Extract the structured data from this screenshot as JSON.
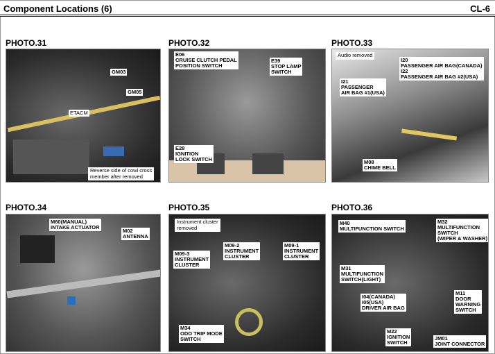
{
  "header": {
    "title": "Component Locations (6)",
    "page": "CL-6"
  },
  "photos": [
    {
      "title": "PHOTO.31",
      "labels": [
        "GM03",
        "GM05",
        "ETACM"
      ],
      "note": [
        "Reverse side of cowl cross",
        "member after removed"
      ]
    },
    {
      "title": "PHOTO.32",
      "labels": [
        [
          "E06",
          "CRUISE CLUTCH PEDAL",
          "POSITION SWITCH"
        ],
        [
          "E39",
          "STOP LAMP",
          "SWITCH"
        ],
        [
          "E28",
          "IGNITION",
          "LOCK SWITCH"
        ]
      ]
    },
    {
      "title": "PHOTO.33",
      "note": "Audio removed",
      "labels": [
        [
          "I20",
          "PASSENGER AIR BAG(CANADA)",
          "I22",
          "PASSENGER AIR BAG #2(USA)"
        ],
        [
          "I21",
          "PASSENGER",
          "AIR BAG #1(USA)"
        ],
        [
          "M08",
          "CHIME BELL"
        ]
      ]
    },
    {
      "title": "PHOTO.34",
      "labels": [
        [
          "M60(MANUAL)",
          "INTAKE ACTUATOR"
        ],
        [
          "M02",
          "ANTENNA"
        ]
      ]
    },
    {
      "title": "PHOTO.35",
      "note": [
        "Instrument cluster",
        "removed"
      ],
      "labels": [
        [
          "M09-3",
          "INSTRUMENT",
          "CLUSTER"
        ],
        [
          "M09-2",
          "INSTRUMENT",
          "CLUSTER"
        ],
        [
          "M09-1",
          "INSTRUMENT",
          "CLUSTER"
        ],
        [
          "M34",
          "ODO TRIP MODE",
          "SWITCH"
        ]
      ]
    },
    {
      "title": "PHOTO.36",
      "labels": [
        [
          "M40",
          "MULTIFUNCTION SWITCH"
        ],
        [
          "M32",
          "MULTIFUNCTION",
          "SWITCH",
          "(WIPER & WASHER)"
        ],
        [
          "M31",
          "MULTIFUNCTION",
          "SWITCH(LIGHT)"
        ],
        [
          "I04(CANADA)",
          "I05(USA)",
          "DRIVER AIR BAG"
        ],
        [
          "M11",
          "DOOR",
          "WARNING",
          "SWITCH"
        ],
        [
          "M22",
          "IGNITION",
          "SWITCH"
        ],
        [
          "JM01",
          "JOINT CONNECTOR"
        ]
      ]
    }
  ]
}
